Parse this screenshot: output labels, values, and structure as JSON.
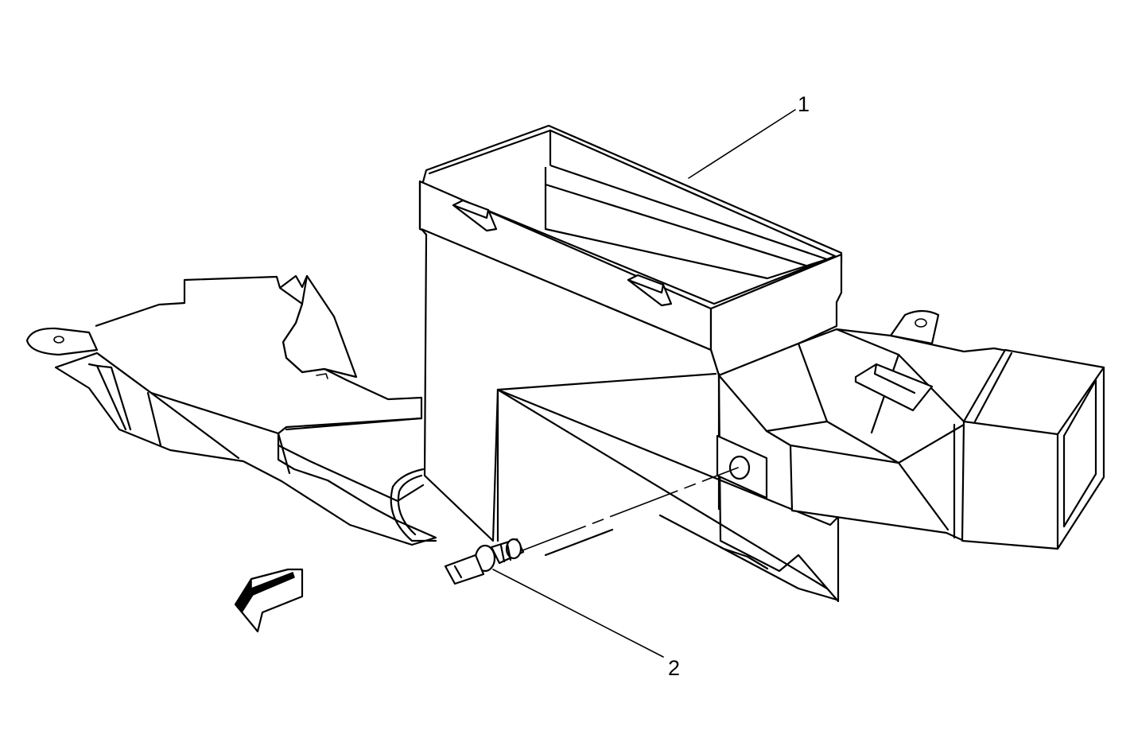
{
  "callouts": [
    {
      "id": "1",
      "label": "1"
    },
    {
      "id": "2",
      "label": "2"
    }
  ],
  "colors": {
    "line": "#000000",
    "background": "#ffffff"
  },
  "icons": [
    "direction-arrow-icon"
  ]
}
